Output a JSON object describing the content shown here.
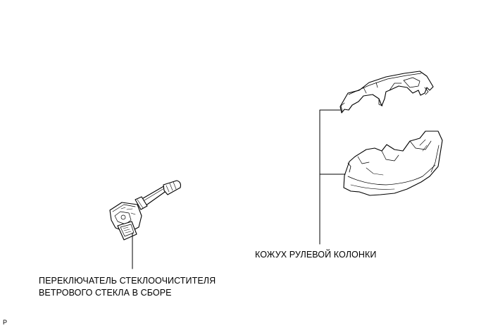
{
  "labels": {
    "wiper_switch_line1": "ПЕРЕКЛЮЧАТЕЛЬ СТЕКЛООЧИСТИТЕЛЯ",
    "wiper_switch_line2": "ВЕТРОВОГО СТЕКЛА В СБОРЕ",
    "steering_column_cover": "КОЖУХ РУЛЕВОЙ КОЛОНКИ",
    "corner_code": "P"
  },
  "colors": {
    "line": "#000000",
    "fill": "#ffffff",
    "shade": "#e6e6e6"
  }
}
